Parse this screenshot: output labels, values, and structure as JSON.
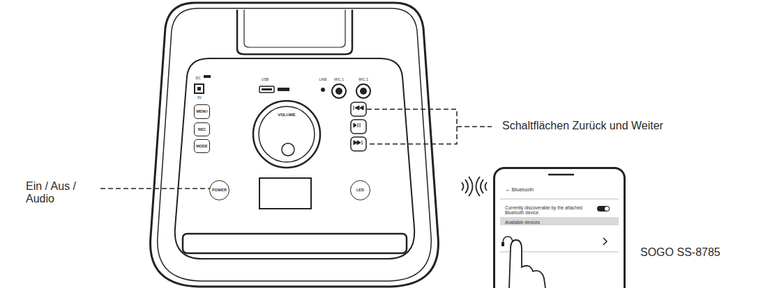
{
  "diagram": {
    "nodes": [
      {
        "text": [
          "MENU"
        ]
      },
      {
        "text": [
          "REC"
        ]
      },
      {
        "text": [
          "MODE"
        ]
      },
      {
        "text": [
          "VOLUME"
        ]
      },
      {
        "text": [
          "POWER"
        ]
      },
      {
        "text": [
          "LED"
        ]
      },
      {
        "text": [
          "← Bluetooth",
          "Currently discoverable by the attached Bluetooth device",
          "Available devices"
        ]
      }
    ],
    "labels": [
      "DC",
      "5V",
      "USB",
      "LINE",
      "MIC 1",
      "MIC 2",
      "Schaltflächen Zurück und Weiter",
      "Ein / Aus / Audio",
      "SOGO SS-8785"
    ]
  }
}
